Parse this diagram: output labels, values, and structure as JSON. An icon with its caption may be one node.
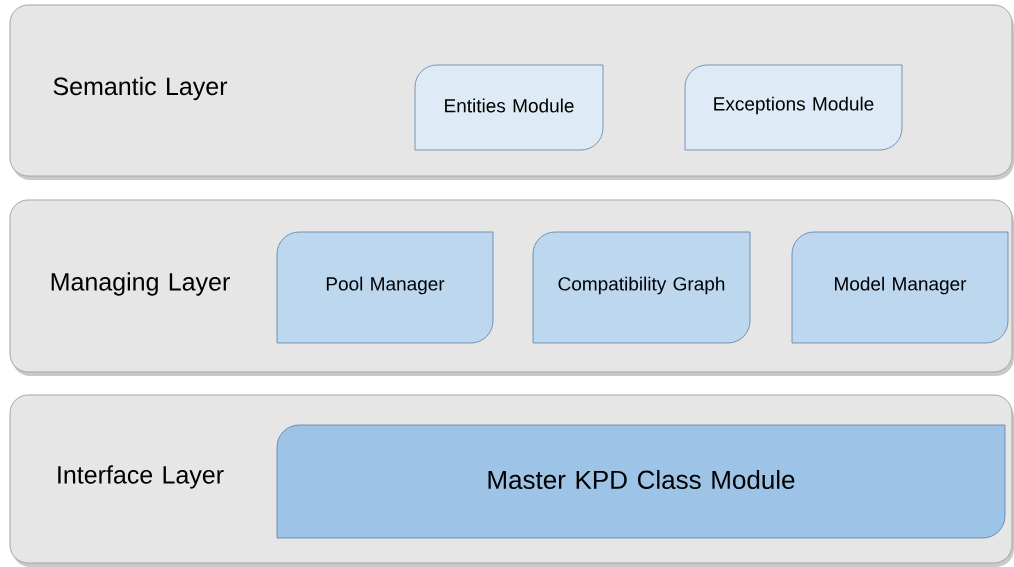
{
  "diagram": {
    "nodes": [
      {
        "text": [
          "Semantic Layer"
        ]
      },
      {
        "text": [
          "Entities Module"
        ],
        "in": 0
      },
      {
        "text": [
          "Exceptions Module"
        ],
        "in": 0
      },
      {
        "text": [
          "Managing Layer"
        ]
      },
      {
        "text": [
          "Pool Manager"
        ],
        "in": 3
      },
      {
        "text": [
          "Compatibility Graph"
        ],
        "in": 3
      },
      {
        "text": [
          "Model Manager"
        ],
        "in": 3
      },
      {
        "text": [
          "Interface Layer"
        ]
      },
      {
        "text": [
          "Master KPD Class Module"
        ],
        "in": 7
      }
    ]
  }
}
